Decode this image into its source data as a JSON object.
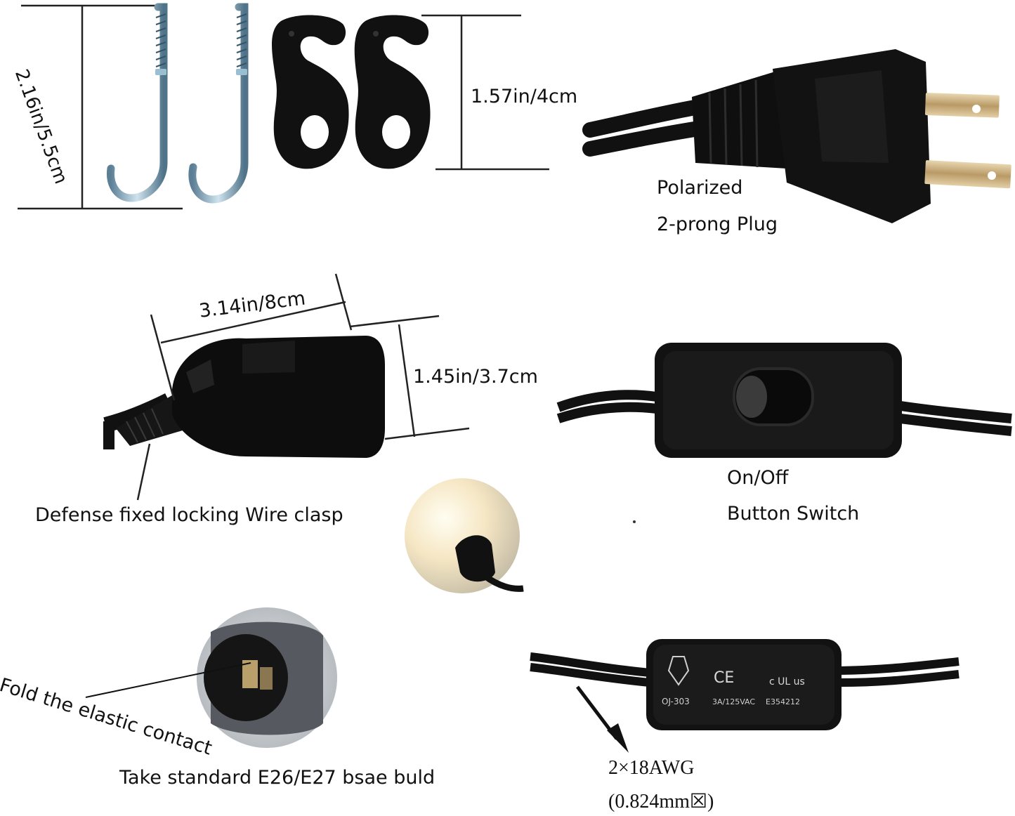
{
  "dimensions": {
    "hook_height": "2.16in/5.5cm",
    "clip_height": "1.57in/4cm",
    "socket_length": "3.14in/8cm",
    "socket_diameter": "1.45in/3.7cm"
  },
  "plug": {
    "line1": "Polarized",
    "line2": "2-prong Plug"
  },
  "clasp": "Defense fixed locking Wire clasp",
  "switch": {
    "line1": "On/Off",
    "line2": "Button Switch"
  },
  "socket_contact": {
    "fold": "Fold the elastic contact",
    "bulb": "Take standard E26/E27 bsae buld"
  },
  "wire": {
    "gauge": "2×18AWG",
    "area": "(0.824mm☒)"
  },
  "switch_markings": {
    "model": "OJ-303",
    "rating": "3A/125VAC",
    "code": "E354212",
    "ce": "CE",
    "ul": "c UL us"
  },
  "colors": {
    "plastic": "#141414",
    "metal": "#8fb4c8",
    "background": "#ffffff"
  }
}
